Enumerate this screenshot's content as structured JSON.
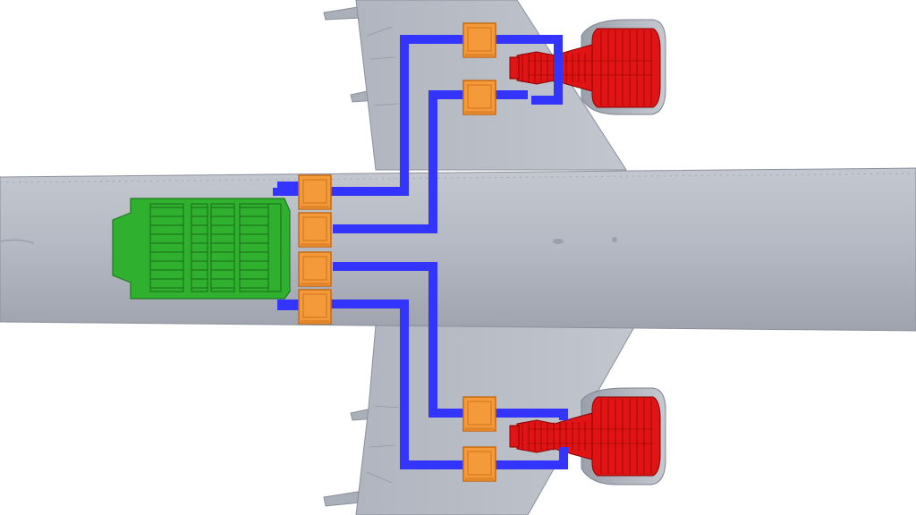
{
  "colors": {
    "background": "#ffffff",
    "airframe": "#b3b8c2",
    "airframe_shadow": "#8f95a0",
    "airframe_edge": "#7f8590",
    "battery": "#2fb12f",
    "battery_edge": "#1e7a1e",
    "converter": "#f59a3a",
    "converter_edge": "#c76b12",
    "cable": "#3434ff",
    "engine": "#e01414",
    "engine_edge": "#8a0000",
    "nacelle": "#a7adb8"
  },
  "components": {
    "battery_pack": "battery-icon",
    "power_converters": 8,
    "engines": 2,
    "cable_runs": 8
  }
}
